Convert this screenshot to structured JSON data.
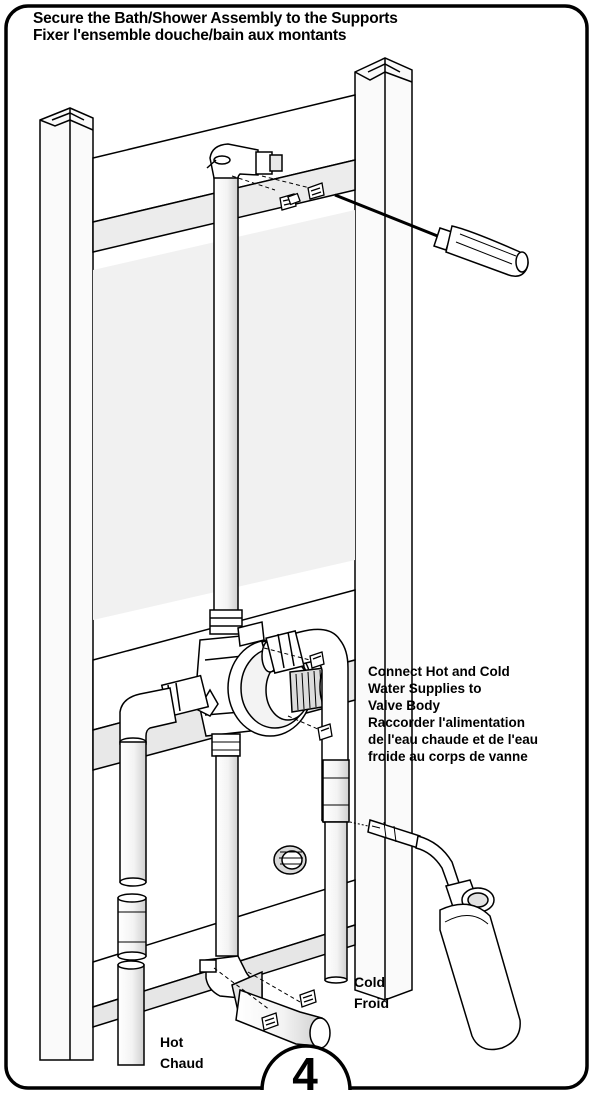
{
  "title": {
    "line1": "Secure the Bath/Shower Assembly to the Supports",
    "line2": "Fixer l'ensemble douche/bain aux montants"
  },
  "instruction": {
    "lines": [
      "Connect Hot and Cold",
      "Water Supplies to",
      "Valve Body",
      "Raccorder l'alimentation",
      "de l'eau chaude et de l'eau",
      "froide au corps de vanne"
    ]
  },
  "labels": {
    "hot": [
      "Hot",
      "Chaud"
    ],
    "cold": [
      "Cold",
      "Froid"
    ]
  },
  "step_number": "4"
}
